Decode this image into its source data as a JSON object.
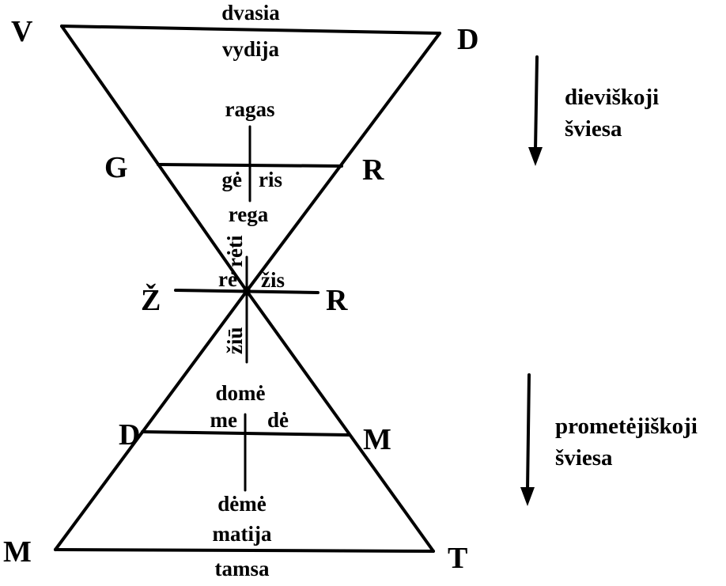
{
  "vertices": {
    "top_left": "V",
    "top_right": "D",
    "upper_left": "G",
    "upper_right": "R",
    "center_left": "Ž",
    "center_right": "R",
    "lower_left": "D",
    "lower_right": "M",
    "bottom_left": "M",
    "bottom_right": "T"
  },
  "words": {
    "top_above": "dvasia",
    "top_below": "vydija",
    "upper_top": "ragas",
    "upper_left": "gė",
    "upper_right": "ris",
    "upper_bottom": "rega",
    "center_up": "rėti",
    "center_left": "rė",
    "center_right": "žis",
    "center_down": "žiū",
    "lower_top": "domė",
    "lower_left": "me",
    "lower_right": "dė",
    "lower_bottom": "dėmė",
    "bottom_above": "matija",
    "bottom_below": "tamsa"
  },
  "side_labels": {
    "upper": [
      "dieviškoji",
      "šviesa"
    ],
    "lower": [
      "prometėjiškoji",
      "šviesa"
    ]
  }
}
